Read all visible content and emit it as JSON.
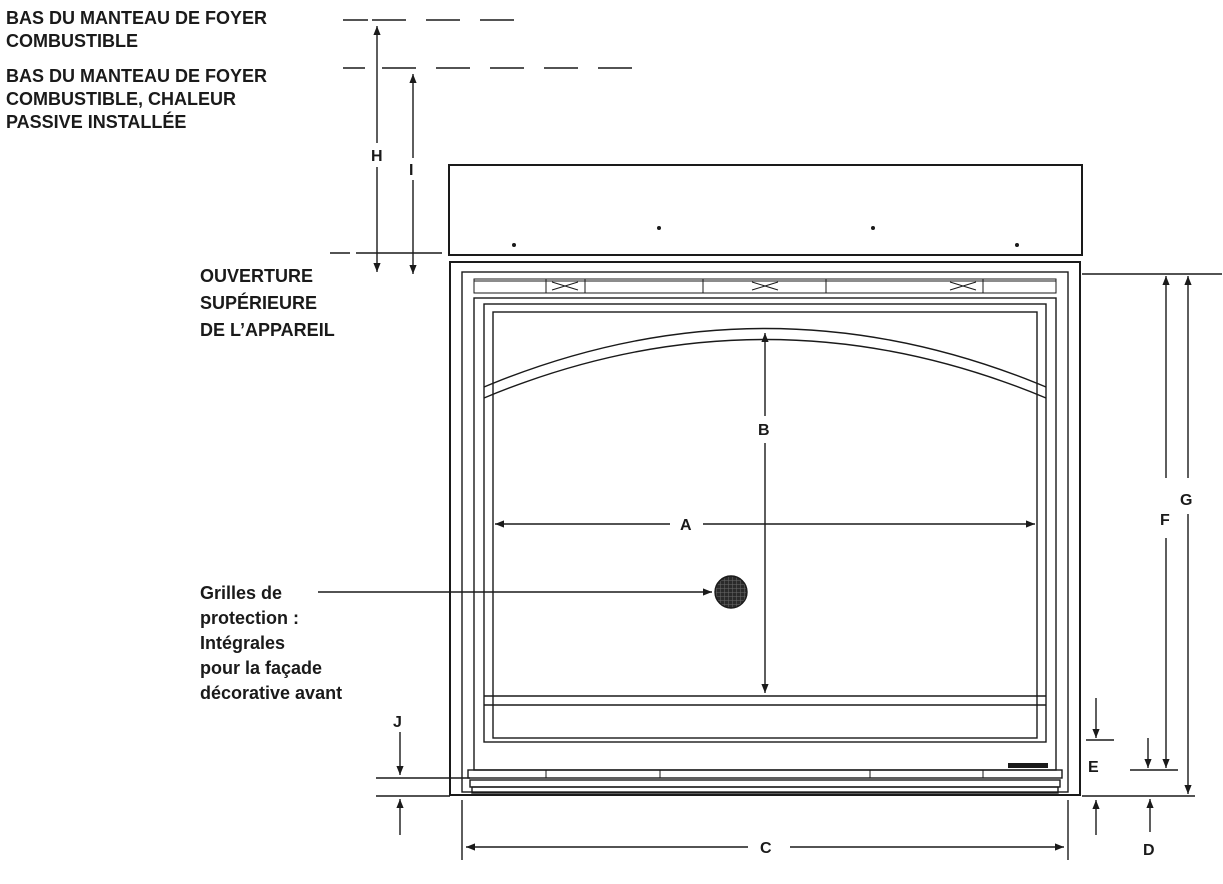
{
  "callouts": {
    "mantel_bottom": [
      "BAS DU MANTEAU DE FOYER",
      "COMBUSTIBLE"
    ],
    "mantel_bottom_passive": [
      "BAS DU MANTEAU DE FOYER",
      "COMBUSTIBLE, CHALEUR",
      "PASSIVE INSTALLÉE"
    ],
    "top_opening": [
      "OUVERTURE",
      "SUPÉRIEURE",
      "DE L’APPAREIL"
    ],
    "screens": [
      "Grilles de",
      "protection :",
      "Intégrales",
      "pour la façade",
      "décorative avant"
    ]
  },
  "dimension_labels": {
    "a": "A",
    "b": "B",
    "c": "C",
    "d": "D",
    "e": "E",
    "f": "F",
    "g": "G",
    "h": "H",
    "i": "I",
    "j": "J"
  }
}
